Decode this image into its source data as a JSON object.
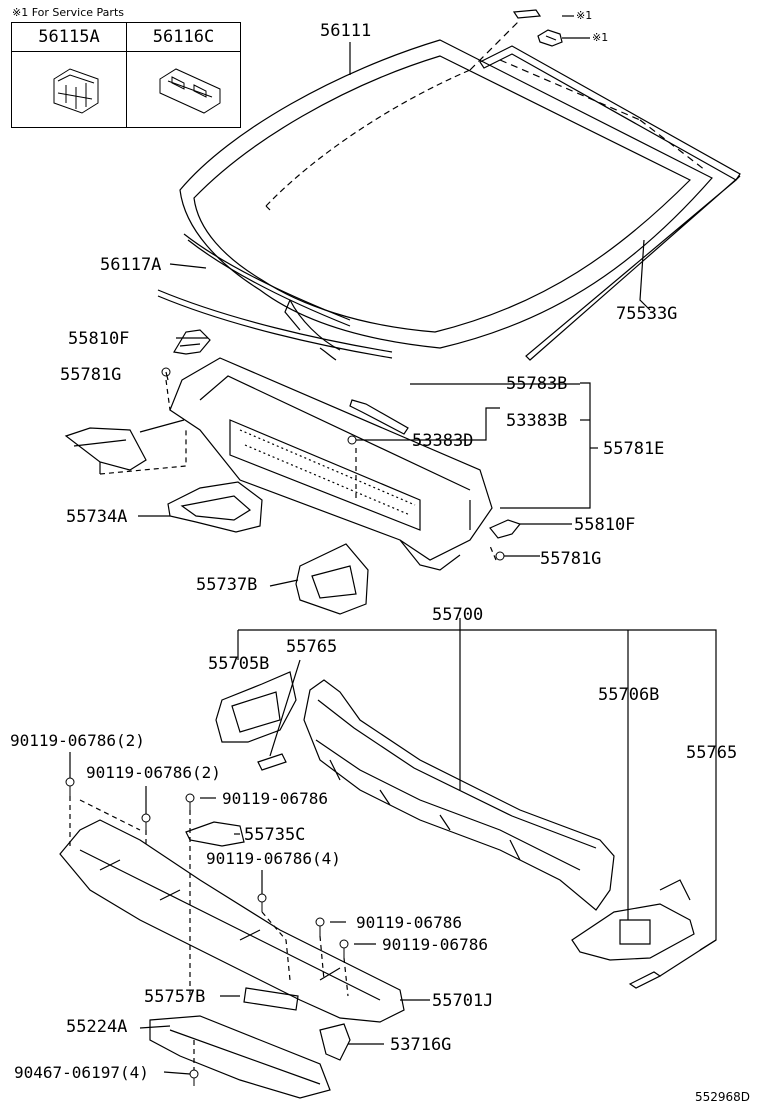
{
  "note": "※1 For Service Parts",
  "service_parts": [
    "56115A",
    "56116C"
  ],
  "marks": [
    "※1",
    "※1"
  ],
  "labels": {
    "windshield": "56111",
    "lower_molding": "56117A",
    "upper_molding": "75533G",
    "cowl_top_seal_left": "55810F",
    "clip_left": "55781G",
    "cowl_louver_seal": "55783B",
    "cowl_seal": "53383B",
    "clip_center": "53383D",
    "cowl_louver": "55781E",
    "cowl_top_seal_right": "55810F",
    "clip_right": "55781G",
    "cowl_cover": "55734A",
    "filter_cover": "55737B",
    "cowl_panel": "55700",
    "bracket_left": "55705B",
    "pad_left": "55765",
    "bracket_right": "55706B",
    "pad_right": "55765",
    "bolt_a": "90119-06786(2)",
    "bolt_b": "90119-06786(2)",
    "bolt_c": "90119-06786",
    "bracket_lower": "55735C",
    "bolt_d": "90119-06786(4)",
    "bolt_e": "90119-06786",
    "bolt_f": "90119-06786",
    "pad_lower": "55757B",
    "cowl_inner": "55701J",
    "cover_lower": "55224A",
    "bracket_small": "53716G",
    "screw": "90467-06197(4)"
  },
  "diagram_id": "552968D"
}
